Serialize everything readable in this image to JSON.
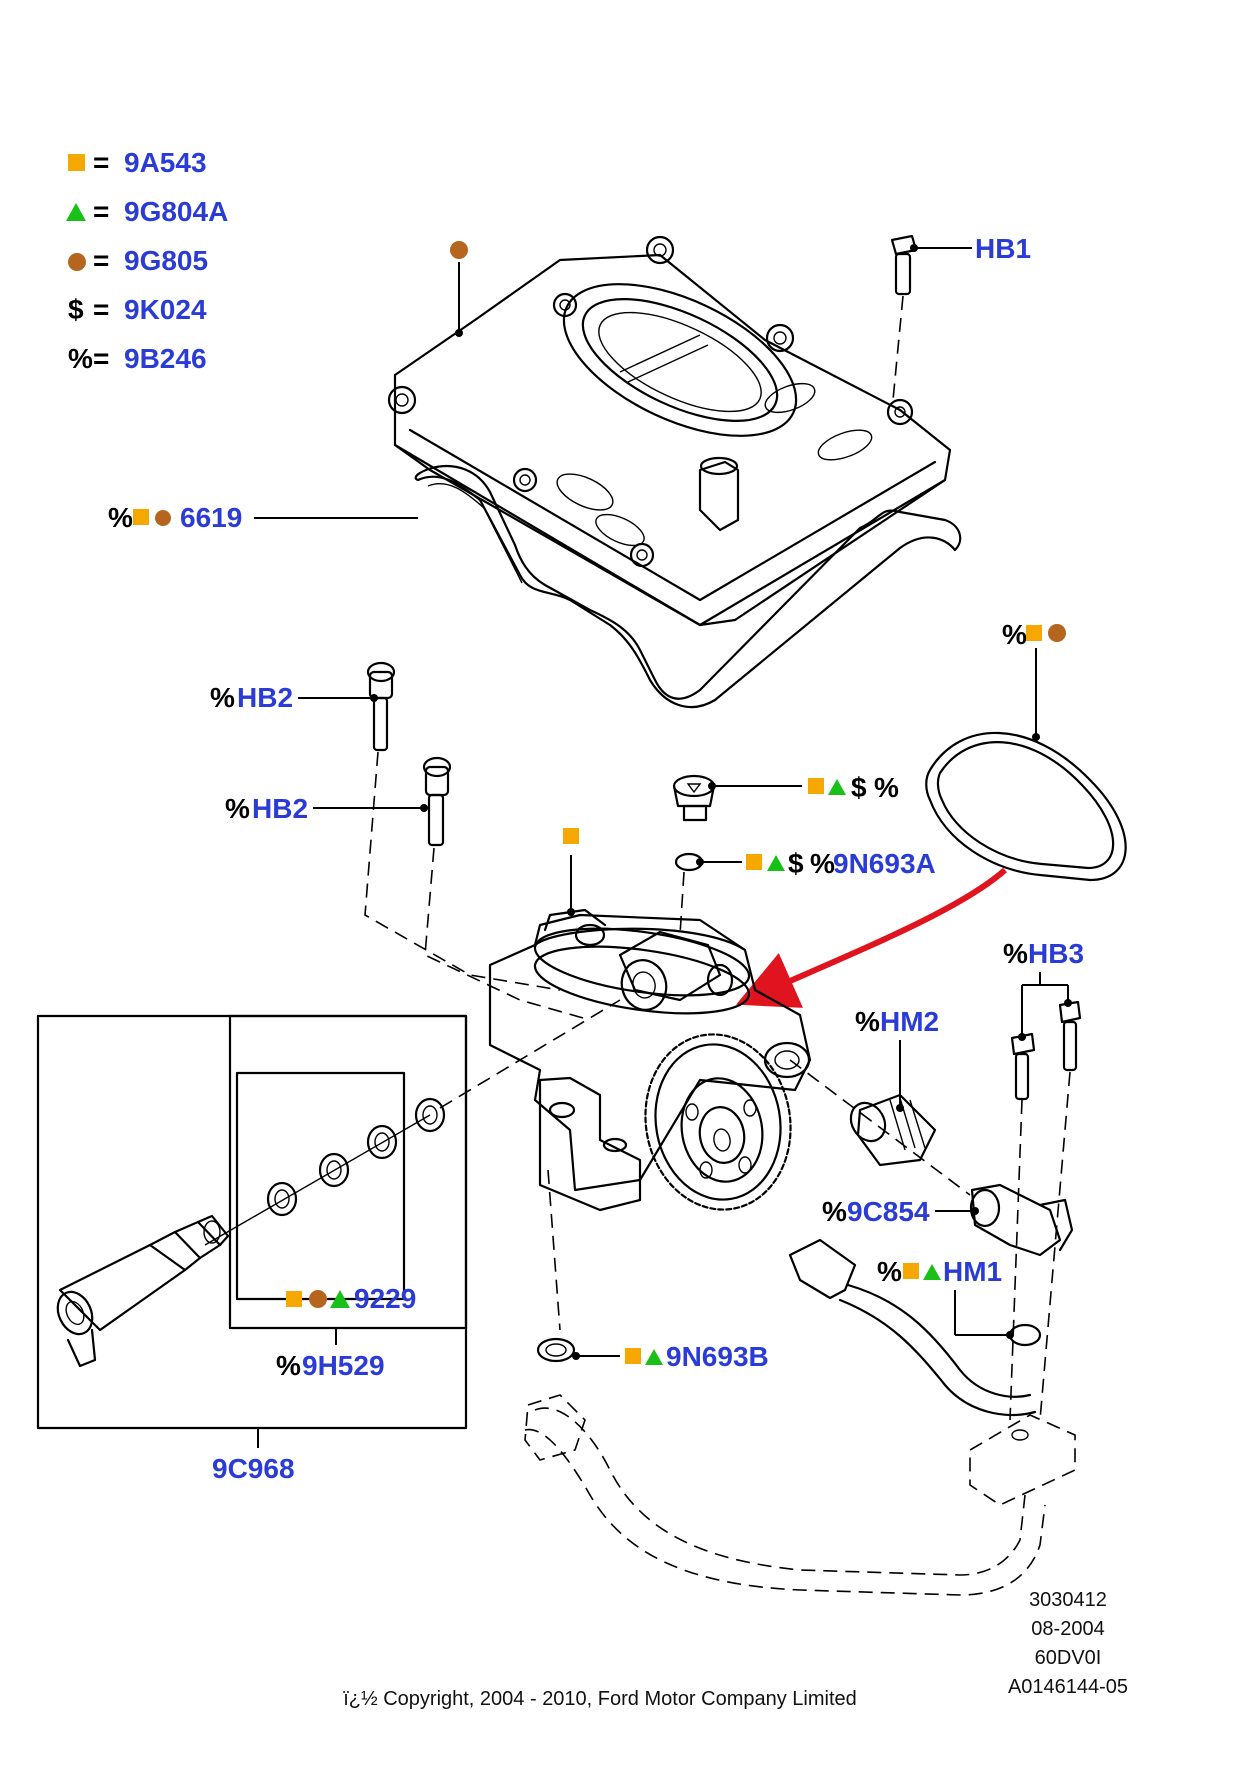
{
  "colors": {
    "label_blue": "#2a3bd6",
    "square_orange": "#f7a800",
    "triangle_green": "#18c018",
    "circle_brown": "#b5651d",
    "arrow_red": "#e0141e"
  },
  "legend": [
    {
      "icon": "orange-square-icon",
      "eq": "=",
      "code": "9A543"
    },
    {
      "icon": "green-triangle-icon",
      "eq": "=",
      "code": "9G804A"
    },
    {
      "icon": "brown-circle-icon",
      "eq": "=",
      "code": "9G805"
    },
    {
      "icon": "$",
      "eq": "=",
      "code": "9K024"
    },
    {
      "icon": "%",
      "eq": "=",
      "code": "9B246"
    }
  ],
  "callouts": {
    "hb1": "HB1",
    "c6619_prefix": "%",
    "c6619": "6619",
    "hb2_top_prefix": "%",
    "hb2_top": "HB2",
    "hb2_bottom_prefix": "%",
    "hb2_bottom": "HB2",
    "oring_prefix": "%",
    "plug_dollar": "$",
    "plug_percent": "%",
    "c9n693a_dollar": "$",
    "c9n693a_percent": "%",
    "c9n693a": "9N693A",
    "hb3_prefix": "%",
    "hb3": "HB3",
    "hm2_prefix": "%",
    "hm2": "HM2",
    "c9c854_prefix": "%",
    "c9c854": "9C854",
    "hm1_prefix": "%",
    "hm1": "HM1",
    "c9229": "9229",
    "c9h529_prefix": "%",
    "c9h529": "9H529",
    "c9n693b": "9N693B",
    "c9c968": "9C968"
  },
  "footer": {
    "ref1": "3030412",
    "ref2": "08-2004",
    "ref3": "60DV0I",
    "ref4": "A0146144-05",
    "copyright": "ï¿½ Copyright, 2004 - 2010, Ford Motor Company Limited"
  }
}
